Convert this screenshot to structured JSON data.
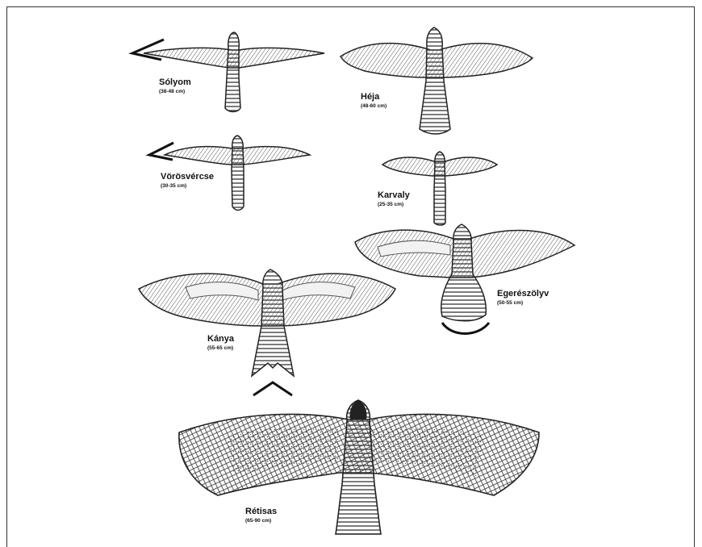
{
  "figure": {
    "birds": [
      {
        "name": "Sólyom",
        "size": "(38-48 cm)"
      },
      {
        "name": "Héja",
        "size": "(48-60 cm)"
      },
      {
        "name": "Vörösvércse",
        "size": "(30-35 cm)"
      },
      {
        "name": "Karvaly",
        "size": "(25-35 cm)"
      },
      {
        "name": "Egerészölyv",
        "size": "(50-55 cm)"
      },
      {
        "name": "Kánya",
        "size": "(55-65 cm)"
      },
      {
        "name": "Rétisas",
        "size": "(65-90 cm)"
      }
    ],
    "palette": {
      "ink": "#222222",
      "wing_fill": "#e4e4e4",
      "pale_band": "#f2f2f2",
      "background": "#ffffff"
    }
  }
}
